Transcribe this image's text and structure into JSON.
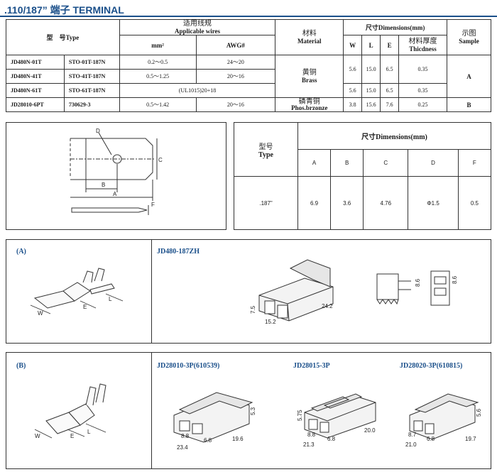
{
  "title": ".110/187” 端子 TERMINAL",
  "spec_table": {
    "headers": {
      "type": "型　号Type",
      "wires_cn": "适用线规",
      "wires_en": "Applicable wires",
      "mm2": "mm²",
      "awg": "AWG#",
      "material_cn": "材料",
      "material_en": "Material",
      "dims": "尺寸Dimensions(mm)",
      "w": "W",
      "l": "L",
      "e": "E",
      "thick_cn": "材料厚度",
      "thick_en": "Thicdness",
      "sample_cn": "示图",
      "sample_en": "Sample"
    },
    "rows": [
      {
        "type": "JD480N-01T",
        "sto": "STO-01T-187N",
        "mm2": "0.2～0.5",
        "awg": "24～20",
        "w": "5.6",
        "l": "15.0",
        "e": "6.5",
        "t": "0.35"
      },
      {
        "type": "JD480N-41T",
        "sto": "STO-41T-187N",
        "mm2": "0.5～1.25",
        "awg": "20～16",
        "w": "",
        "l": "",
        "e": "",
        "t": ""
      },
      {
        "type": "JD480N-61T",
        "sto": "STO-61T-187N",
        "span": "(UL1015)20+18",
        "w": "5.6",
        "l": "15.0",
        "e": "6.5",
        "t": "0.35"
      },
      {
        "type": "JD28010-6PT",
        "sto": "730629-3",
        "mm2": "0.5～1.42",
        "awg": "20～16",
        "w": "3.8",
        "l": "15.6",
        "e": "7.6",
        "t": "0.25"
      }
    ],
    "brass_cn": "黄铜",
    "brass_en": "Brass",
    "phos_cn": "磷青铜",
    "phos_en": "Phos.brzonze",
    "sample_a": "A",
    "sample_b": "B"
  },
  "dims_table": {
    "type_cn": "型号",
    "type_en": "Type",
    "dims": "尺寸Dimensions(mm)",
    "cols": [
      "A",
      "B",
      "C",
      "D",
      "F"
    ],
    "row_label": ".187”",
    "values": [
      "6.9",
      "3.6",
      "4.76",
      "Φ1.5",
      "0.5"
    ]
  },
  "drawing_labels": {
    "d": "D",
    "c": "C",
    "b": "B",
    "a": "A",
    "f": "F"
  },
  "section_a": {
    "label": "(A)",
    "model": "JD480-187ZH",
    "dims": {
      "h": "7.5",
      "w": "15.2",
      "l": "24.2",
      "s1": "8.6",
      "s2": "8.6"
    },
    "terminal": {
      "w": "W",
      "e": "E",
      "l": "L"
    }
  },
  "section_b": {
    "label": "(B)",
    "models": [
      "JD28010-3P(610539)",
      "JD28015-3P",
      "JD28020-3P(610815)"
    ],
    "h1": {
      "p1": "8.8",
      "p2": "6.8",
      "w": "23.4",
      "d": "19.6",
      "h": "5.3"
    },
    "h2": {
      "h": "5.75",
      "p1": "8.8",
      "p2": "6.8",
      "w": "21.3",
      "d": "20.0"
    },
    "h3": {
      "p1": "8.7",
      "p2": "6.8",
      "w": "21.0",
      "d": "19.7",
      "h": "5.6"
    },
    "terminal": {
      "w": "W",
      "e": "E",
      "l": "L"
    }
  }
}
